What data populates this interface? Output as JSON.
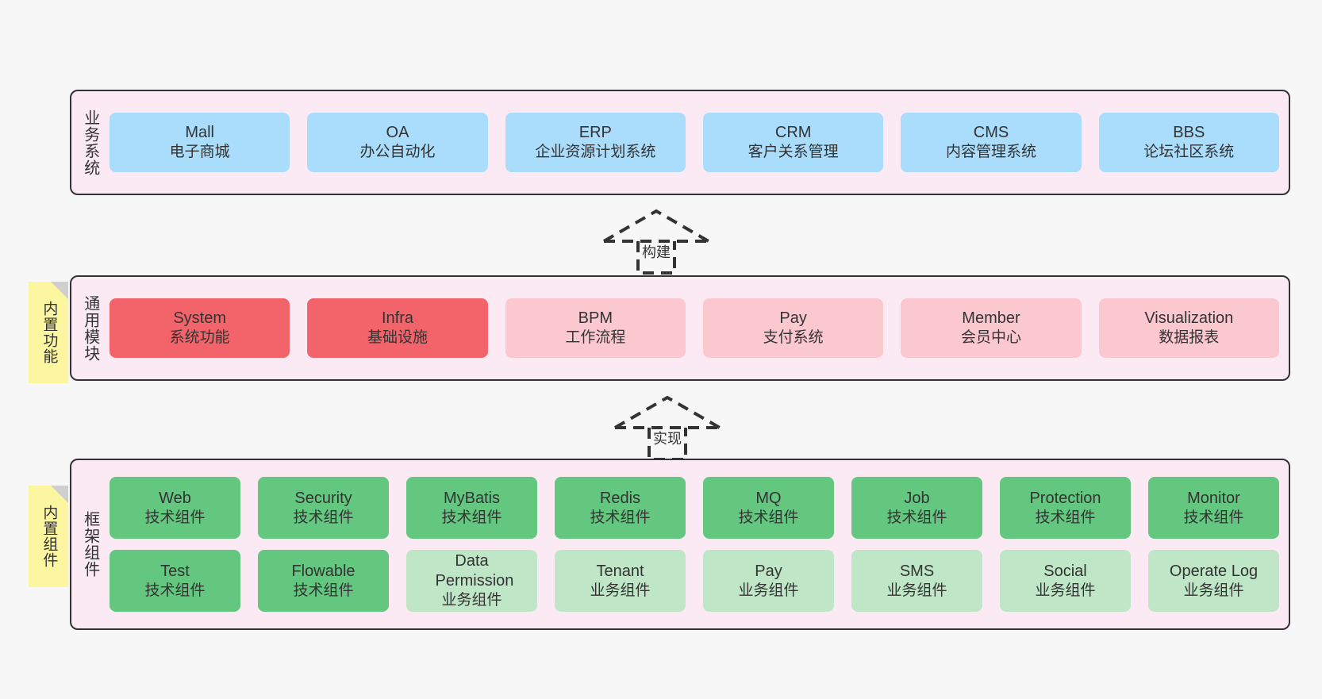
{
  "diagram": {
    "background_color": "#f7f7f7",
    "panel_color": "#fbeaf4",
    "border_color": "#333333",
    "sticky_color": "#fcf6a0"
  },
  "layers": [
    {
      "caption": "业务系统",
      "accent": "#aadcfb",
      "rows": [
        {
          "nodes": [
            {
              "title": "Mall",
              "subtitle": "电子商城",
              "style": "pal-blue"
            },
            {
              "title": "OA",
              "subtitle": "办公自动化",
              "style": "pal-blue"
            },
            {
              "title": "ERP",
              "subtitle": "企业资源计划系统",
              "style": "pal-blue"
            },
            {
              "title": "CRM",
              "subtitle": "客户关系管理",
              "style": "pal-blue"
            },
            {
              "title": "CMS",
              "subtitle": "内容管理系统",
              "style": "pal-blue"
            },
            {
              "title": "BBS",
              "subtitle": "论坛社区系统",
              "style": "pal-blue"
            }
          ]
        }
      ]
    },
    {
      "caption": "通用模块",
      "sticky": "内置功能",
      "accent": "#f2646a",
      "rows": [
        {
          "nodes": [
            {
              "title": "System",
              "subtitle": "系统功能",
              "style": "pal-red"
            },
            {
              "title": "Infra",
              "subtitle": "基础设施",
              "style": "pal-red"
            },
            {
              "title": "BPM",
              "subtitle": "工作流程",
              "style": "pal-pink"
            },
            {
              "title": "Pay",
              "subtitle": "支付系统",
              "style": "pal-pink"
            },
            {
              "title": "Member",
              "subtitle": "会员中心",
              "style": "pal-pink"
            },
            {
              "title": "Visualization",
              "subtitle": "数据报表",
              "style": "pal-pink"
            }
          ]
        }
      ]
    },
    {
      "caption": "框架组件",
      "sticky": "内置组件",
      "accent": "#63c77f",
      "rows": [
        {
          "nodes": [
            {
              "title": "Web",
              "subtitle": "技术组件",
              "style": "pal-green"
            },
            {
              "title": "Security",
              "subtitle": "技术组件",
              "style": "pal-green"
            },
            {
              "title": "MyBatis",
              "subtitle": "技术组件",
              "style": "pal-green"
            },
            {
              "title": "Redis",
              "subtitle": "技术组件",
              "style": "pal-green"
            },
            {
              "title": "MQ",
              "subtitle": "技术组件",
              "style": "pal-green"
            },
            {
              "title": "Job",
              "subtitle": "技术组件",
              "style": "pal-green"
            },
            {
              "title": "Protection",
              "subtitle": "技术组件",
              "style": "pal-green"
            },
            {
              "title": "Monitor",
              "subtitle": "技术组件",
              "style": "pal-green"
            }
          ]
        },
        {
          "nodes": [
            {
              "title": "Test",
              "subtitle": "技术组件",
              "style": "pal-green"
            },
            {
              "title": "Flowable",
              "subtitle": "技术组件",
              "style": "pal-green"
            },
            {
              "title": "Data Permission",
              "subtitle": "业务组件",
              "style": "pal-lightgreen",
              "wrap": true
            },
            {
              "title": "Tenant",
              "subtitle": "业务组件",
              "style": "pal-lightgreen"
            },
            {
              "title": "Pay",
              "subtitle": "业务组件",
              "style": "pal-lightgreen"
            },
            {
              "title": "SMS",
              "subtitle": "业务组件",
              "style": "pal-lightgreen"
            },
            {
              "title": "Social",
              "subtitle": "业务组件",
              "style": "pal-lightgreen"
            },
            {
              "title": "Operate Log",
              "subtitle": "业务组件",
              "style": "pal-lightgreen"
            }
          ]
        }
      ]
    }
  ],
  "connectors": [
    {
      "label": "构建"
    },
    {
      "label": "实现"
    }
  ]
}
